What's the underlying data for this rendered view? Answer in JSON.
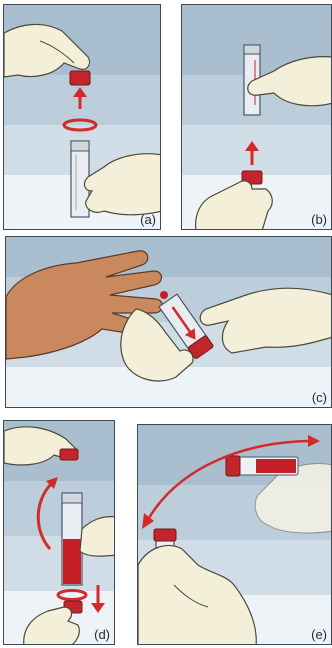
{
  "panels": [
    {
      "label": "(a)"
    },
    {
      "label": "(b)"
    },
    {
      "label": "(c)"
    },
    {
      "label": "(d)"
    },
    {
      "label": "(e)"
    }
  ],
  "colors": {
    "band_dark": "#a9bfcf",
    "band_mid": "#c2d3df",
    "band_light": "#dde7ee",
    "band_white": "#f3f7fa",
    "glove": "#f4efd8",
    "glove_outline": "#4a4a3a",
    "skin": "#c9885e",
    "cap_red": "#c2262d",
    "blood": "#c41e26",
    "arrow_red": "#d32a2a",
    "tube": "#e9edf1"
  }
}
